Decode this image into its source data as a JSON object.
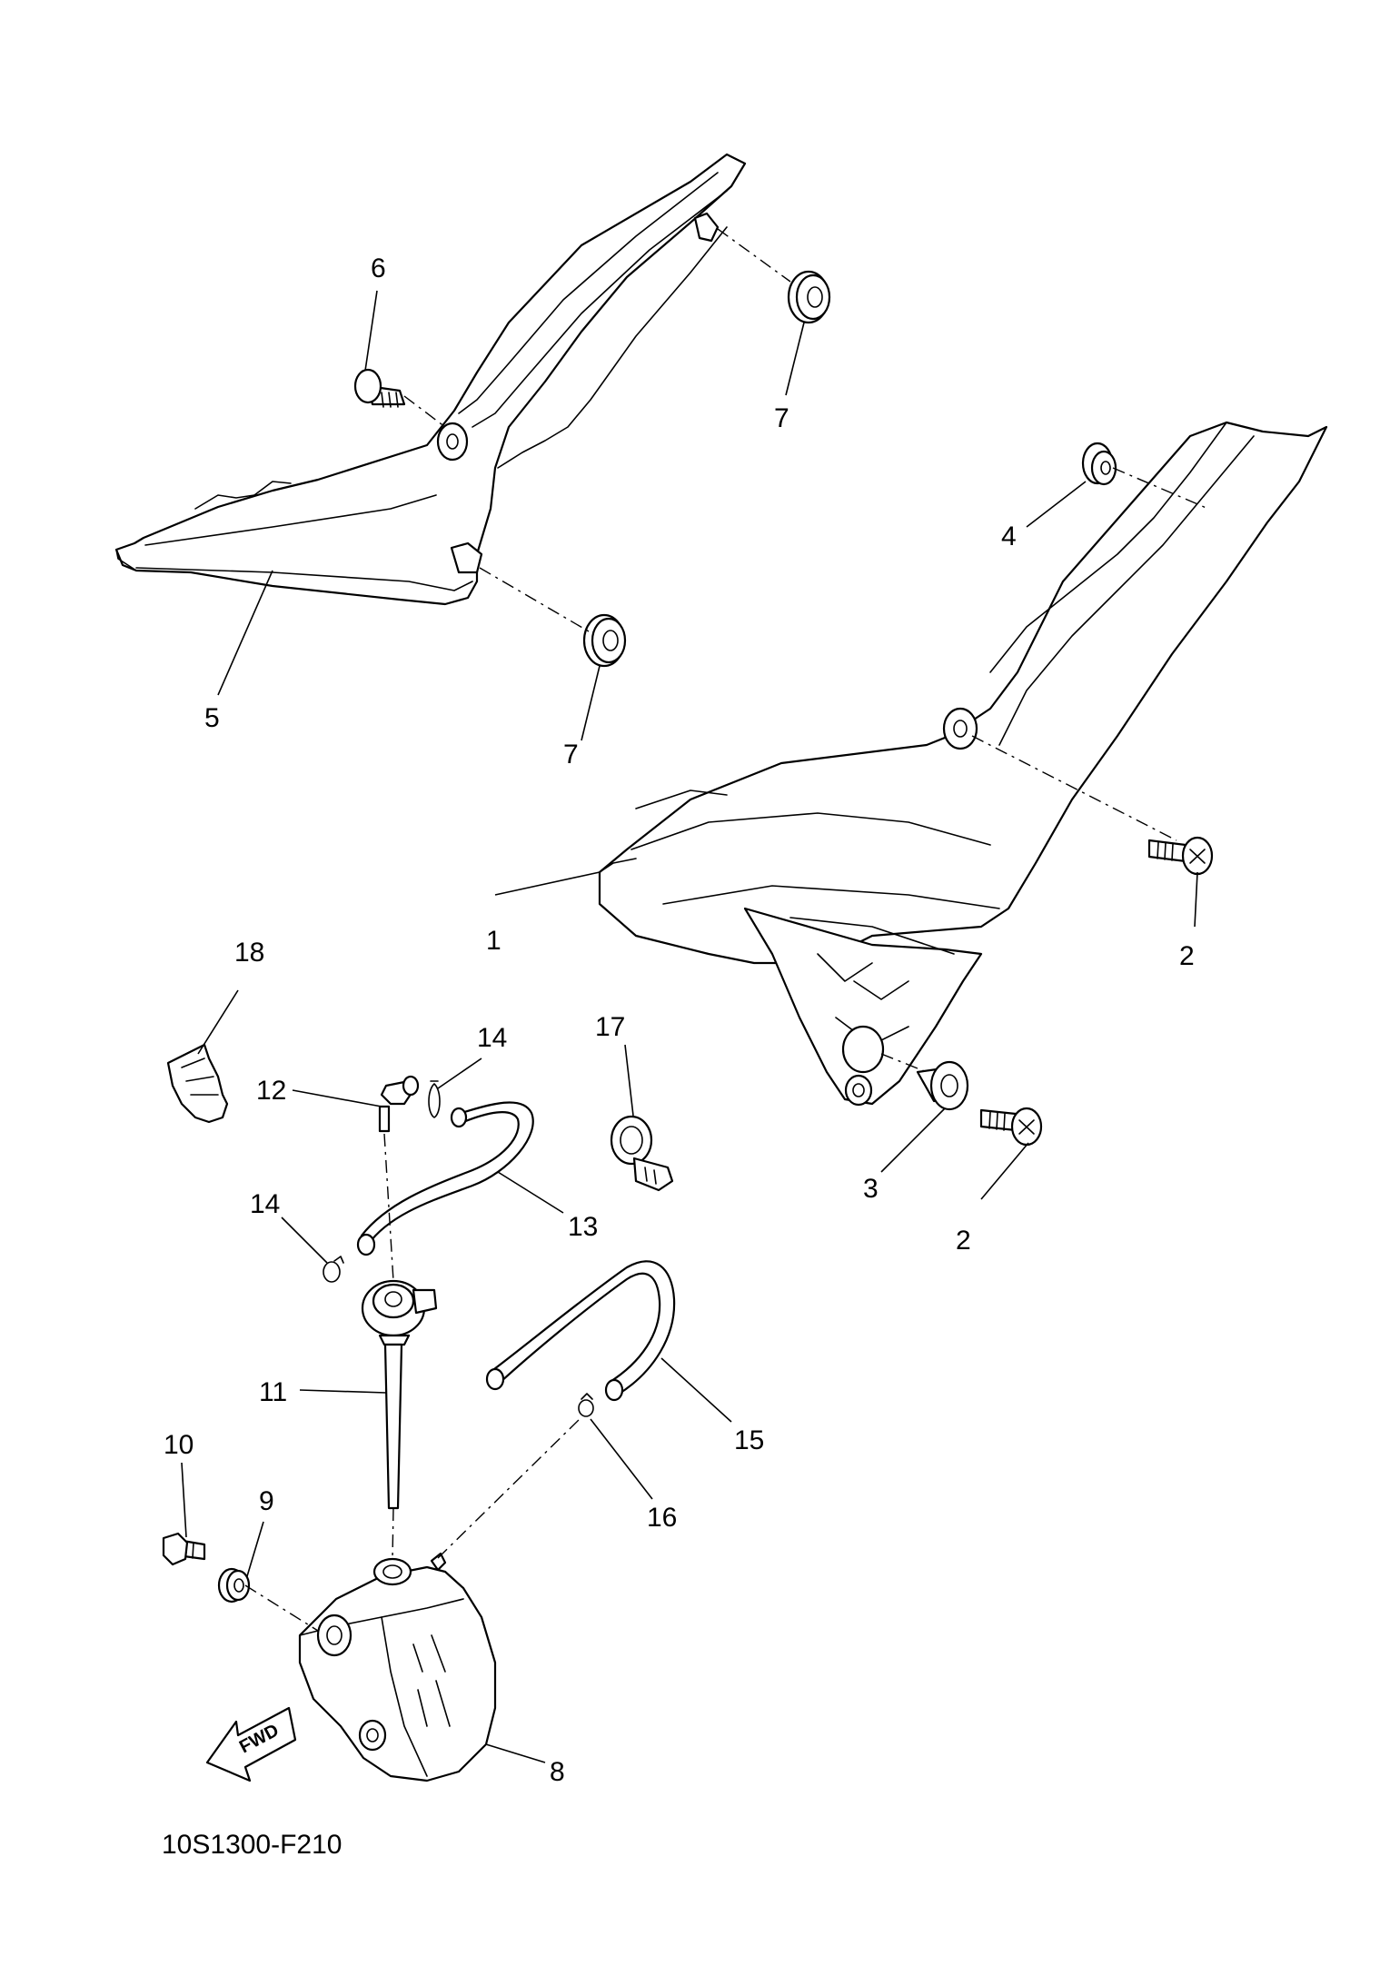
{
  "diagram_code": "10S1300-F210",
  "fwd_label": "FWD",
  "callouts": {
    "c1": "1",
    "c2a": "2",
    "c2b": "2",
    "c3": "3",
    "c4": "4",
    "c5": "5",
    "c6": "6",
    "c7a": "7",
    "c7b": "7",
    "c8": "8",
    "c9": "9",
    "c10": "10",
    "c11": "11",
    "c12": "12",
    "c13": "13",
    "c14a": "14",
    "c14b": "14",
    "c15": "15",
    "c16": "16",
    "c17": "17",
    "c18": "18"
  }
}
